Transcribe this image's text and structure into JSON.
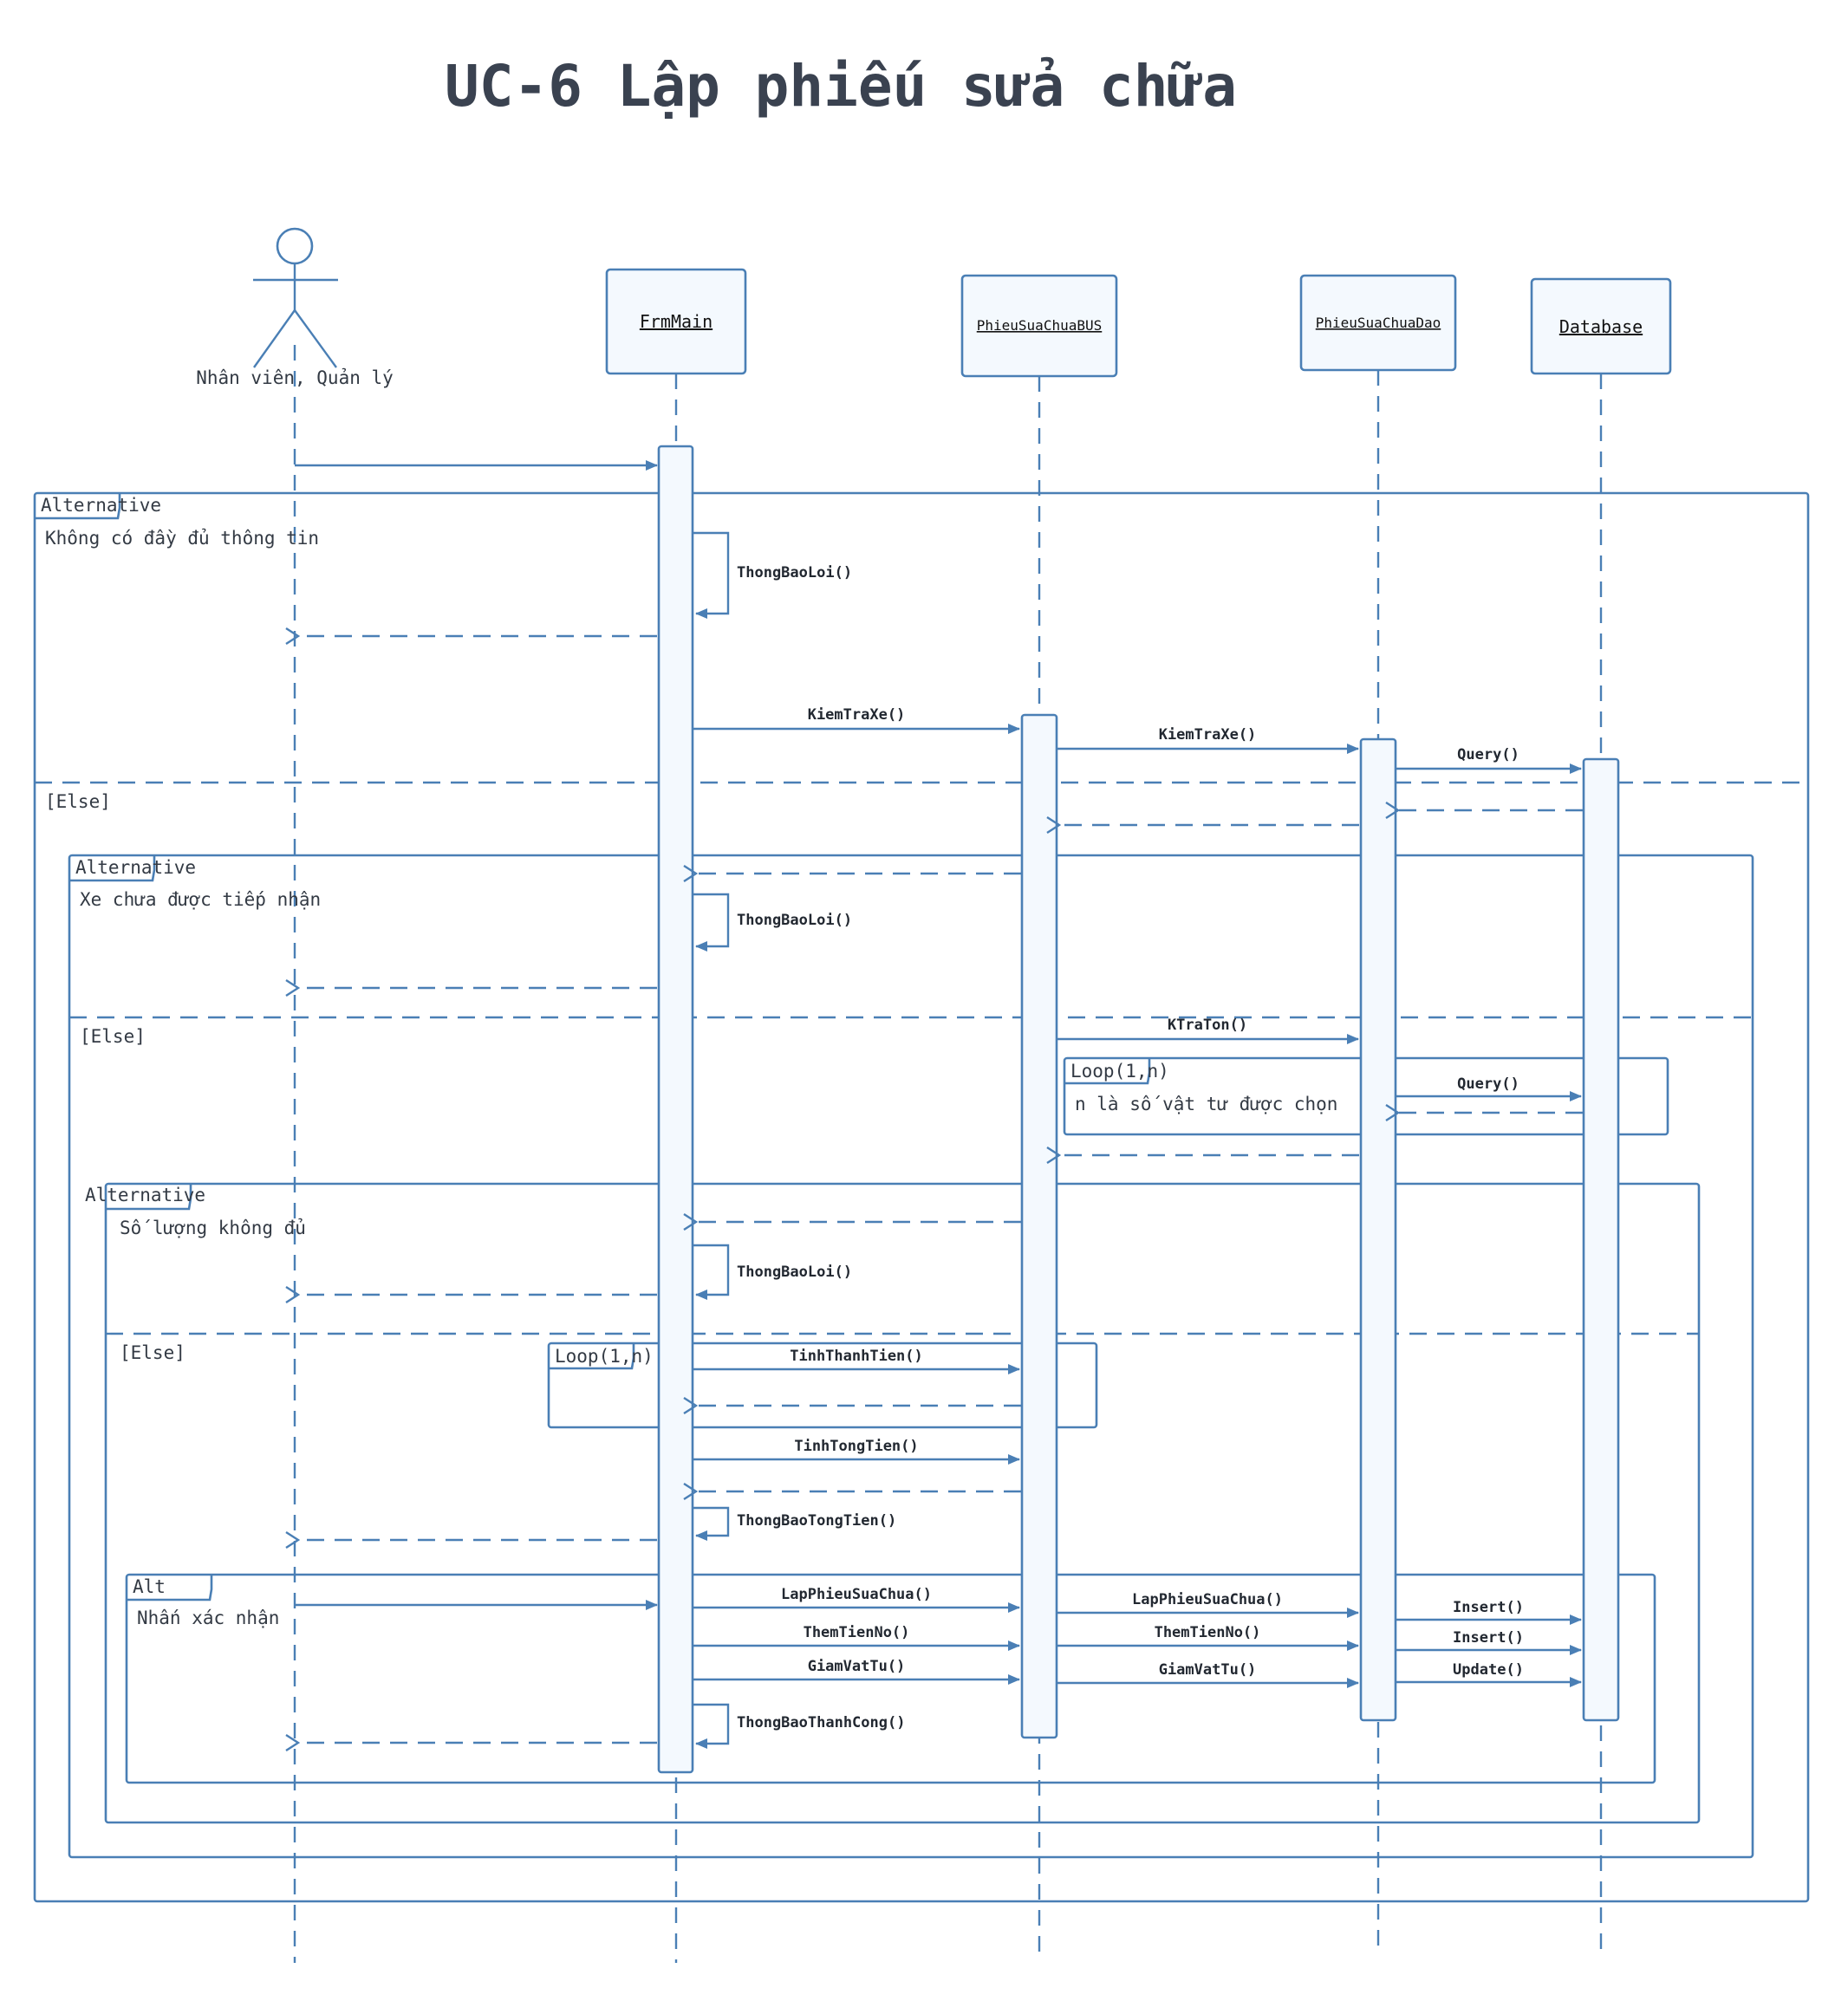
{
  "title": "UC-6 Lập phiếu sửa chữa",
  "participants": {
    "actor": "Nhân viên, Quản lý",
    "frmmain": "FrmMain",
    "bus": "PhieuSuaChuaBUS",
    "dao": "PhieuSuaChuaDao",
    "db": "Database"
  },
  "fragments": {
    "alt1": {
      "kind": "Alternative",
      "guard": "Không có đầy đủ thông tin",
      "else": "[Else]"
    },
    "alt2": {
      "kind": "Alternative",
      "guard": "Xe chưa được tiếp nhận",
      "else": "[Else]"
    },
    "loop1": {
      "kind": "Loop(1,n)",
      "guard": "n là số vật tư được chọn"
    },
    "alt3": {
      "kind": "Alternative",
      "guard": "Số lượng không đủ",
      "else": "[Else]"
    },
    "loop2": {
      "kind": "Loop(1,n)"
    },
    "alt4": {
      "kind": "Alt",
      "guard": "Nhấn xác nhận"
    }
  },
  "messages": {
    "thongbaoloi_1": "ThongBaoLoi()",
    "kiemtraxe_bus": "KiemTraXe()",
    "kiemtraxe_dao": "KiemTraXe()",
    "query_1": "Query()",
    "thongbaoloi_2": "ThongBaoLoi()",
    "ktraton": "KTraTon()",
    "query_2": "Query()",
    "thongbaoloi_3": "ThongBaoLoi()",
    "tinhthanhtien": "TinhThanhTien()",
    "tinhtongtien": "TinhTongTien()",
    "thongbaotongtien": "ThongBaoTongTien()",
    "lapphieu_bus": "LapPhieuSuaChua()",
    "lapphieu_dao": "LapPhieuSuaChua()",
    "insert_1": "Insert()",
    "themtienno_bus": "ThemTienNo()",
    "themtienno_dao": "ThemTienNo()",
    "insert_2": "Insert()",
    "giamvattu_bus": "GiamVatTu()",
    "giamvattu_dao": "GiamVatTu()",
    "update": "Update()",
    "thongbaothanhcong": "ThongBaoThanhCong()"
  },
  "colors": {
    "line": "#4a7fb5",
    "box_fill": "#f4f9fe",
    "text": "#333a44"
  }
}
